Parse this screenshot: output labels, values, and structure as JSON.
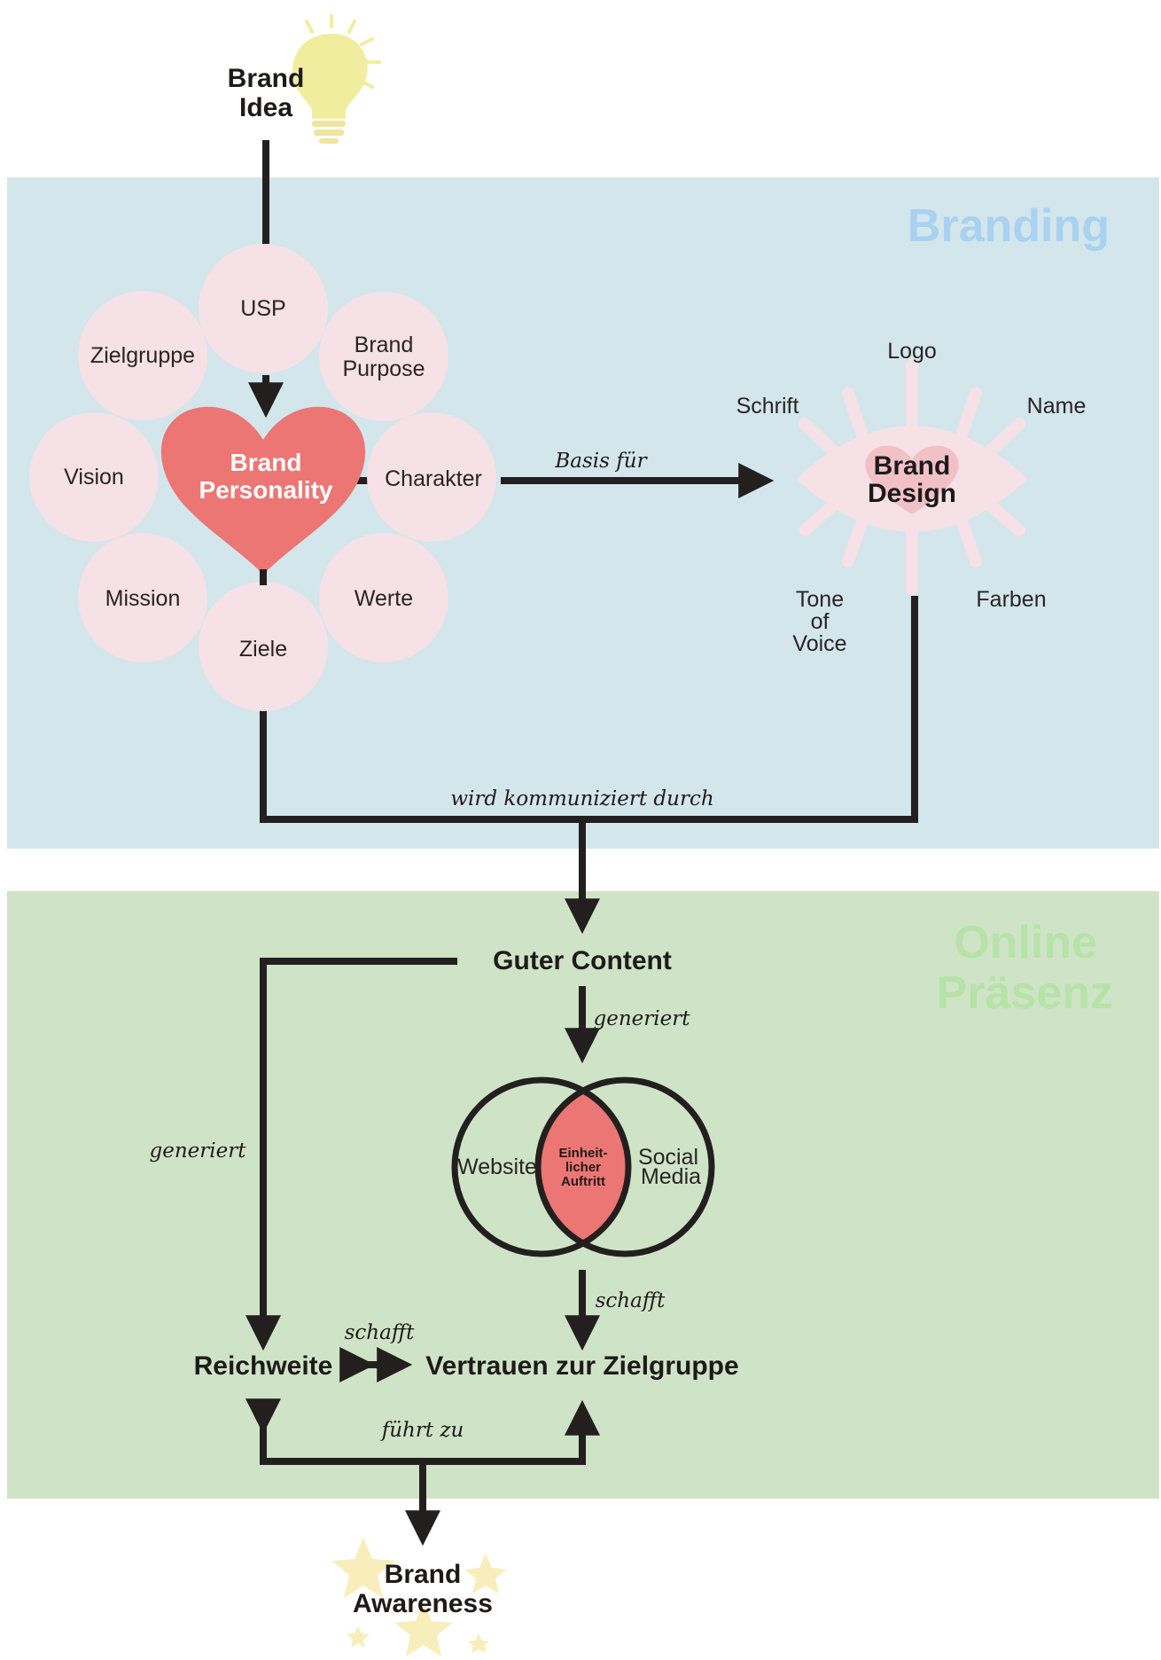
{
  "brand_idea": [
    "Brand",
    "Idea"
  ],
  "sections": {
    "branding": {
      "title": "Branding",
      "bg": "#d3e6ec",
      "title_color": "#a9d2f0"
    },
    "online": {
      "title": [
        "Online",
        "Präsenz"
      ],
      "bg": "#cfe4c6",
      "title_color": "#b6e3a7"
    }
  },
  "personality": {
    "center": [
      "Brand",
      "Personality"
    ],
    "circles": {
      "usp": "USP",
      "zielgruppe": "Zielgruppe",
      "purpose": [
        "Brand",
        "Purpose"
      ],
      "vision": "Vision",
      "charakter": "Charakter",
      "mission": "Mission",
      "werte": "Werte",
      "ziele": "Ziele"
    }
  },
  "brand_design": {
    "center": [
      "Brand",
      "Design"
    ],
    "rays": {
      "logo": "Logo",
      "schrift": "Schrift",
      "name": "Name",
      "tone": [
        "Tone",
        "of",
        "Voice"
      ],
      "farben": "Farben"
    }
  },
  "edges": {
    "basis_fuer": "Basis für",
    "kommuniziert": "wird kommuniziert durch",
    "generiert_1": "generiert",
    "generiert_2": "generiert",
    "schafft_1": "schafft",
    "schafft_2": "schafft",
    "fuehrt_zu": "führt zu"
  },
  "online": {
    "content": "Guter Content",
    "venn": {
      "left": "Website",
      "right": [
        "Social",
        "Media"
      ],
      "center": [
        "Einheit-",
        "licher",
        "Auftritt"
      ]
    },
    "reichweite": "Reichweite",
    "vertrauen": "Vertrauen zur Zielgruppe"
  },
  "brand_awareness": [
    "Brand",
    "Awareness"
  ],
  "colors": {
    "line": "#231f1f",
    "bubble": "#f5e1e6",
    "heart": "#ec7673",
    "bulb": "#f0ee9e",
    "star": "#f7eebb"
  },
  "icons": [
    "lightbulb-icon",
    "heart-icon",
    "eye-icon",
    "star-icon"
  ]
}
